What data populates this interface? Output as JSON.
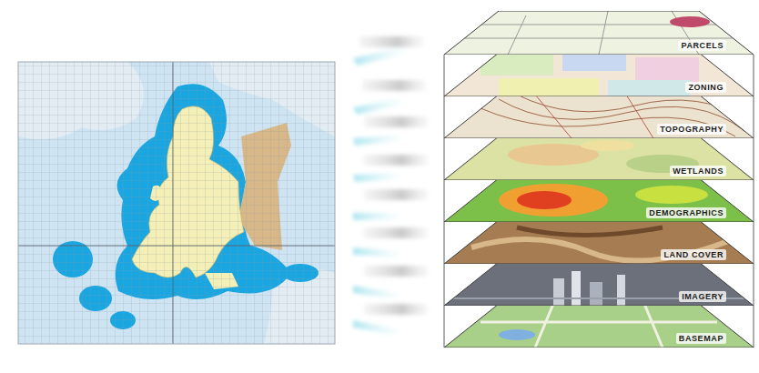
{
  "diagram": {
    "nodes": [
      {
        "text": [
          "PARCELS"
        ]
      },
      {
        "text": [
          "ZONING"
        ]
      },
      {
        "text": [
          "TOPOGRAPHY"
        ]
      },
      {
        "text": [
          "WETLANDS"
        ]
      },
      {
        "text": [
          "DEMOGRAPHICS"
        ]
      },
      {
        "text": [
          "LAND COVER"
        ]
      },
      {
        "text": [
          "IMAGERY"
        ]
      },
      {
        "text": [
          "BASEMAP"
        ]
      }
    ]
  }
}
